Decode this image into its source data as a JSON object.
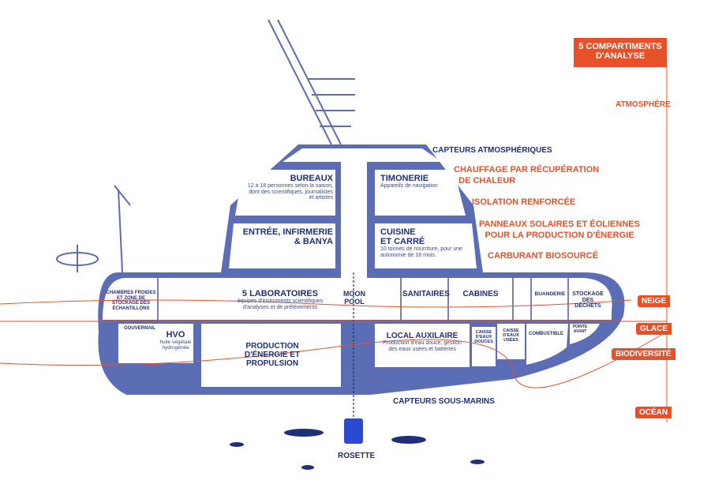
{
  "title": {
    "line1": "5 COMPARTIMENTS",
    "line2": "D'ANALYSE"
  },
  "compartments": [
    "ATMOSPHÈRE",
    "NEIGE",
    "GLACE",
    "BIODIVERSITÉ",
    "OCÉAN"
  ],
  "features": {
    "sensors_atmo": "CAPTEURS ATMOSPHÉRIQUES",
    "heat1": "CHAUFFAGE PAR RÉCUPÉRATION",
    "heat2": "DE CHALEUR",
    "insulation": "ISOLATION RENFORCÉE",
    "solar1": "PANNEAUX SOLAIRES ET ÉOLIENNES",
    "solar2": "POUR LA PRODUCTION D'ÉNERGIE",
    "fuel": "CARBURANT BIOSOURCÉ",
    "sensors_sub": "CAPTEURS SOUS-MARINS",
    "rosette": "ROSETTE"
  },
  "rooms": {
    "bureaux": {
      "title": "BUREAUX",
      "desc": "12 à 18 personnes selon la saison, dont des scientifiques, journalistes et artistes"
    },
    "timonerie": {
      "title": "TIMONERIE",
      "desc": "Appareils de navigation"
    },
    "entree": {
      "title": "ENTRÉE, INFIRMERIE & BANYA"
    },
    "cuisine": {
      "title": "CUISINE ET CARRÉ",
      "desc": "10 tonnes de nourriture, pour une autonomie de 18 mois."
    },
    "chambres": "CHAMBRES FROIDES ET ZONE DE STOCKAGE DES ÉCHANTILLONS",
    "labs": {
      "title": "5 LABORATOIRES",
      "desc": "équipés d'instruments scientifiques d'analyses et de prélèvements"
    },
    "moonpool": "MOON POOL",
    "sanitaires": "SANITAIRES",
    "cabines": "CABINES",
    "buanderie": "BUANDERIE",
    "dechets": "STOCKAGE DES DÉCHETS",
    "gouvernail": "GOUVERNAIL",
    "hvo": {
      "title": "HVO",
      "desc": "huile végétale hydrogénée"
    },
    "production": "PRODUCTION D'ÉNERGIE ET PROPULSION",
    "local": {
      "title": "LOCAL AUXILAIRE",
      "desc": "Production d'eau douce, gestion des eaux usées et batteries"
    },
    "douces": "CAISSE D'EAUX DOUCES",
    "usees": "CAISSE D'EAUX USÉES",
    "combustible": "COMBUSTIBLE",
    "pointe": "POINTE AVANT"
  },
  "colors": {
    "navy": "#1f2f7a",
    "hull": "#5b6db5",
    "accent": "#e8502a"
  }
}
